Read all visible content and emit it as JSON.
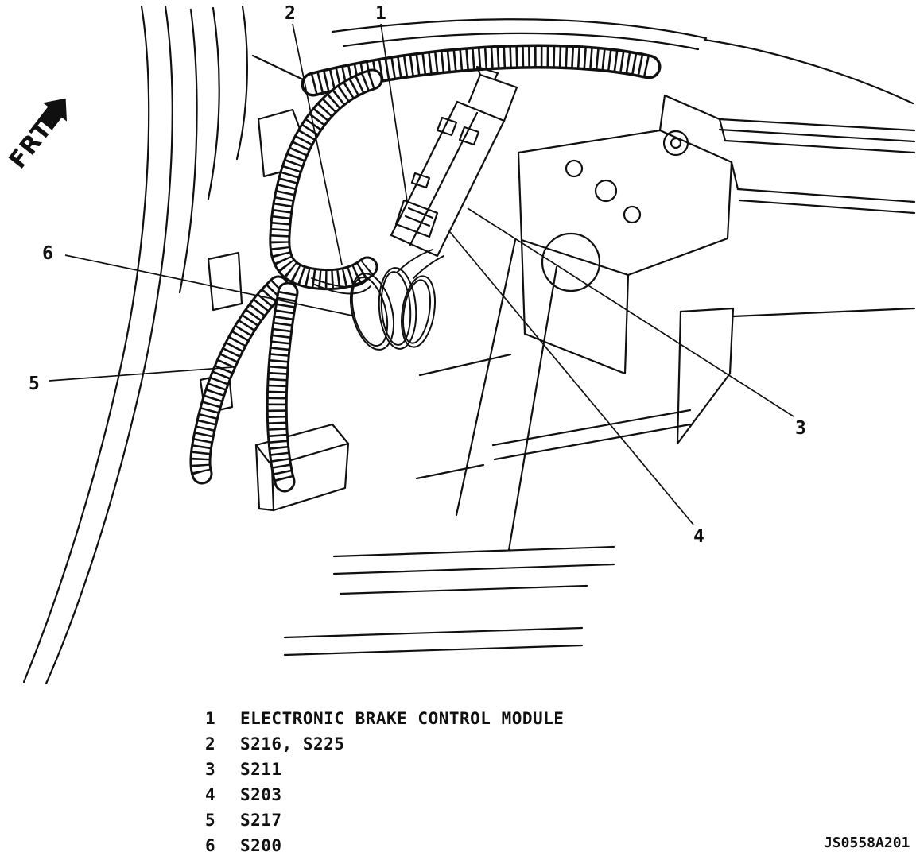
{
  "figure": {
    "orientation_label": "FRT",
    "figure_code": "JS0558A201"
  },
  "callouts": {
    "c1": "1",
    "c2": "2",
    "c3": "3",
    "c4": "4",
    "c5": "5",
    "c6": "6"
  },
  "legend": {
    "items": [
      {
        "number": "1",
        "label": "ELECTRONIC BRAKE CONTROL MODULE"
      },
      {
        "number": "2",
        "label": "S216, S225"
      },
      {
        "number": "3",
        "label": "S211"
      },
      {
        "number": "4",
        "label": "S203"
      },
      {
        "number": "5",
        "label": "S217"
      },
      {
        "number": "6",
        "label": "S200"
      }
    ]
  }
}
